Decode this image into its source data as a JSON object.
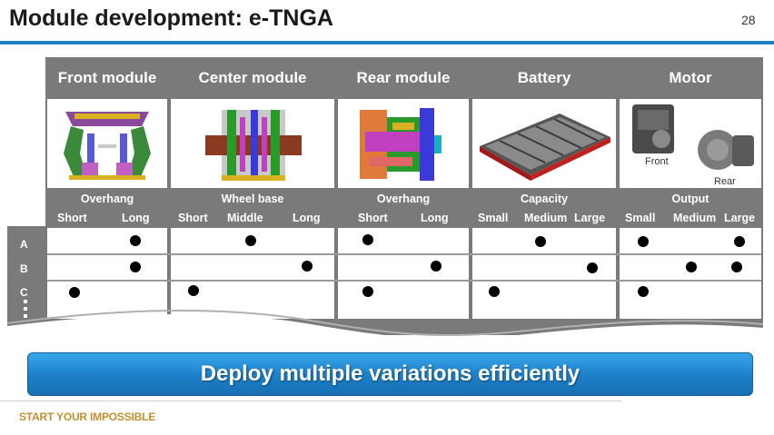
{
  "header": {
    "title": "Module development: e-TNGA",
    "page_number": "28"
  },
  "columns": [
    {
      "label": "Front module",
      "spec": "Overhang",
      "options": [
        "Short",
        "Long"
      ],
      "image": "front-module-frame-image"
    },
    {
      "label": "Center module",
      "spec": "Wheel base",
      "options": [
        "Short",
        "Middle",
        "Long"
      ],
      "image": "center-module-frame-image"
    },
    {
      "label": "Rear module",
      "spec": "Overhang",
      "options": [
        "Short",
        "Long"
      ],
      "image": "rear-module-frame-image"
    },
    {
      "label": "Battery",
      "spec": "Capacity",
      "options": [
        "Small",
        "Medium",
        "Large"
      ],
      "image": "battery-pack-image"
    },
    {
      "label": "Motor",
      "spec": "Output",
      "options": [
        "Small",
        "Medium",
        "Large"
      ],
      "image": "motor-units-image"
    }
  ],
  "motor_captions": {
    "front": "Front",
    "rear": "Rear"
  },
  "rows": [
    "A",
    "B",
    "C"
  ],
  "banner": {
    "text": "Deploy multiple variations efficiently"
  },
  "footer": {
    "tagline": "START YOUR IMPOSSIBLE"
  },
  "colors": {
    "accent": "#1f7fc4",
    "table_grey": "#7a7a7a",
    "tagline": "#c2902e"
  }
}
